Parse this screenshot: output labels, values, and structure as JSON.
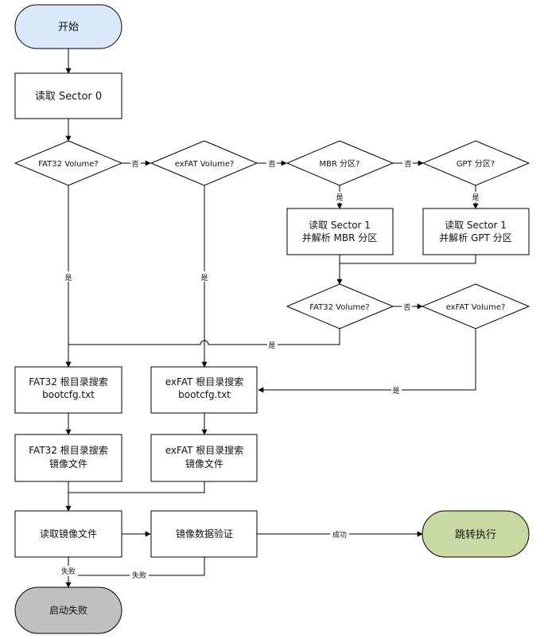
{
  "nodes": {
    "start": "开始",
    "read_sector0": "读取 Sector 0",
    "q_fat32_1": "FAT32 Volume?",
    "q_exfat_1": "exFAT Volume?",
    "q_mbr": "MBR 分区?",
    "q_gpt": "GPT 分区?",
    "mbr_parse_l1": "读取 Sector 1",
    "mbr_parse_l2": "并解析 MBR 分区",
    "gpt_parse_l1": "读取 Sector 1",
    "gpt_parse_l2": "并解析 GPT 分区",
    "q_fat32_2": "FAT32 Volume?",
    "q_exfat_2": "exFAT Volume?",
    "fat32_cfg_l1": "FAT32 根目录搜索",
    "fat32_cfg_l2": "bootcfg.txt",
    "exfat_cfg_l1": "exFAT 根目录搜索",
    "exfat_cfg_l2": "bootcfg.txt",
    "fat32_img_l1": "FAT32 根目录搜索",
    "fat32_img_l2": "镜像文件",
    "exfat_img_l1": "exFAT 根目录搜索",
    "exfat_img_l2": "镜像文件",
    "read_image": "读取镜像文件",
    "verify": "镜像数据验证",
    "jump": "跳转执行",
    "fail": "启动失败"
  },
  "edge_labels": {
    "no": "否",
    "yes": "是",
    "success": "成功",
    "failure": "失败"
  },
  "colors": {
    "start_fill": "#dae8fc",
    "jump_fill": "#c9d9a3",
    "fail_fill": "#c0c0c0",
    "box_fill": "#ffffff",
    "stroke": "#000000"
  }
}
